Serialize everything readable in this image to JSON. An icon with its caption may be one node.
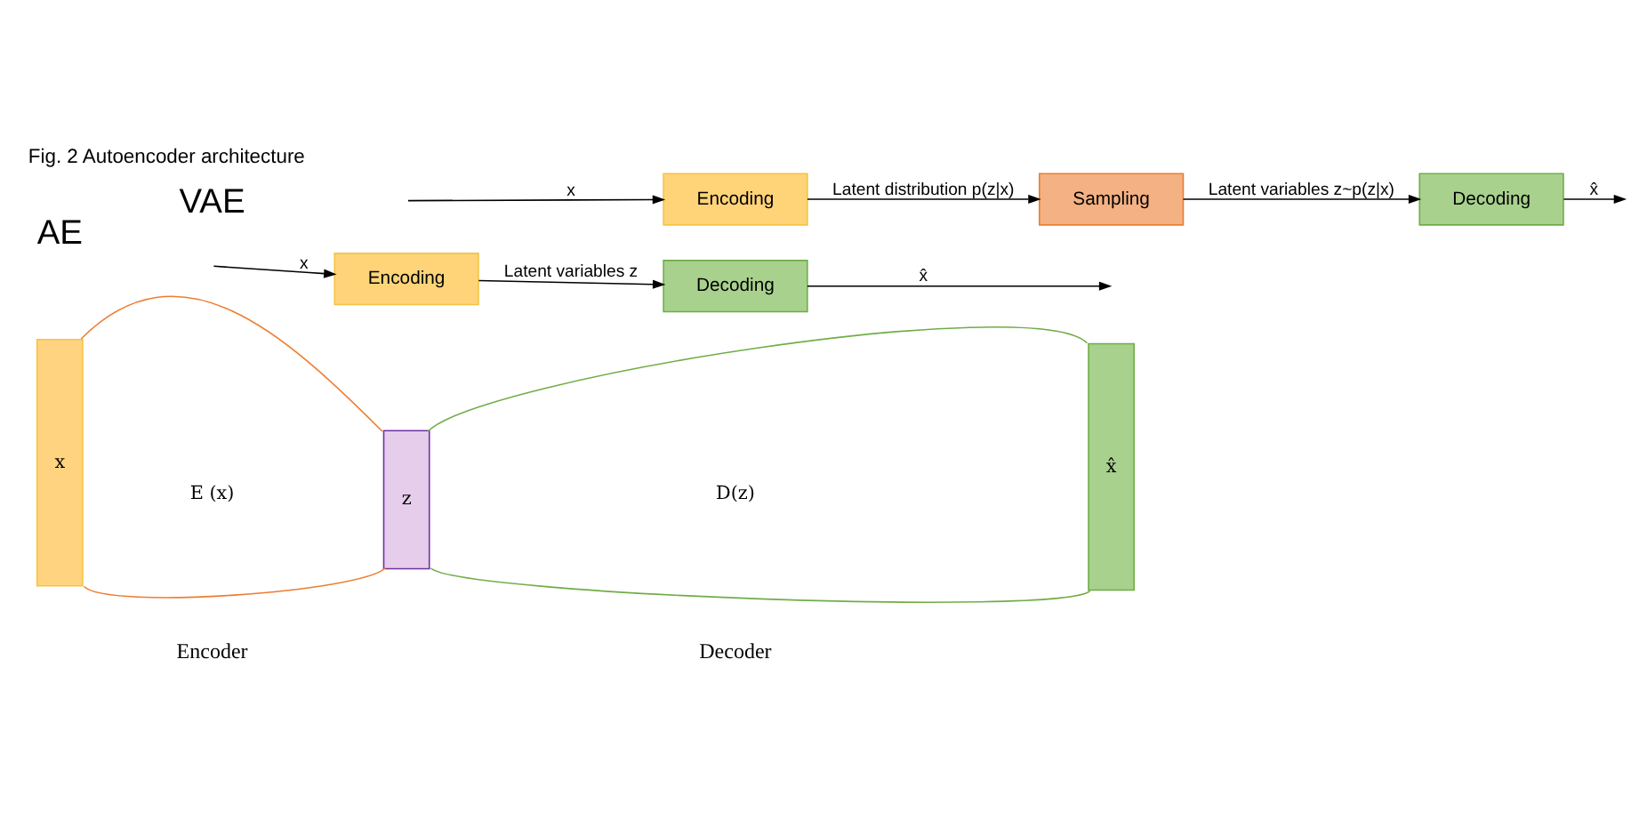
{
  "diagram": {
    "title": "Fig. 2 Autoencoder architecture",
    "nodes": [
      {
        "text": [
          "x"
        ]
      },
      {
        "text": [
          "z"
        ]
      },
      {
        "text": [
          "x̂"
        ]
      },
      {
        "text": [
          "Encoding"
        ]
      },
      {
        "text": [
          "Decoding"
        ]
      },
      {
        "text": [
          "Encoding"
        ]
      },
      {
        "text": [
          "Sampling"
        ]
      },
      {
        "text": [
          "Decoding"
        ]
      }
    ],
    "edges": [
      {
        "from": 0,
        "to": 1,
        "arrow": "none",
        "color": "#ed7d31"
      },
      {
        "from": 0,
        "to": 1,
        "arrow": "none",
        "color": "#ed7d31"
      },
      {
        "from": 1,
        "to": 2,
        "arrow": "none",
        "color": "#70ad47"
      },
      {
        "from": 1,
        "to": 2,
        "arrow": "none",
        "color": "#70ad47"
      },
      {
        "from": null,
        "to": 3,
        "arrow": "to",
        "label": "x"
      },
      {
        "from": 3,
        "to": 4,
        "arrow": "to",
        "label": "Latent variables z"
      },
      {
        "from": 4,
        "to": null,
        "arrow": "to",
        "label": "x̂"
      },
      {
        "from": null,
        "to": 5,
        "arrow": "to",
        "label": "x"
      },
      {
        "from": 5,
        "to": 6,
        "arrow": "to",
        "label": "Latent distribution p(z|x)"
      },
      {
        "from": 6,
        "to": 7,
        "arrow": "to",
        "label": "Latent variables z~p(z|x)"
      },
      {
        "from": 7,
        "to": null,
        "arrow": "to",
        "label": "x̂"
      }
    ],
    "labels": [
      "E (x)",
      "D(z)",
      "Encoder",
      "Decoder",
      "AE",
      "VAE"
    ]
  }
}
